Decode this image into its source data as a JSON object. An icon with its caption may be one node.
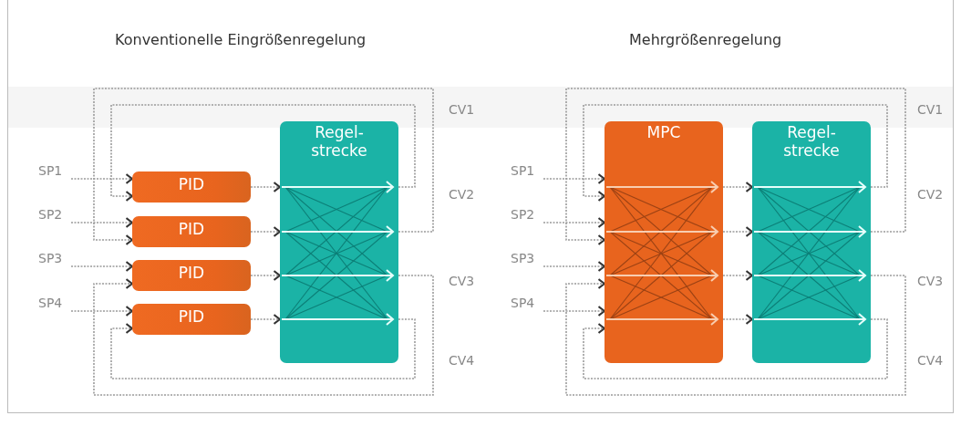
{
  "diagram": {
    "nodes": [
      {
        "text": [
          "SP1"
        ]
      },
      {
        "text": [
          "SP2"
        ]
      },
      {
        "text": [
          "SP3"
        ]
      },
      {
        "text": [
          "SP4"
        ]
      },
      {
        "text": [
          "PID"
        ]
      },
      {
        "text": [
          "PID"
        ]
      },
      {
        "text": [
          "PID"
        ]
      },
      {
        "text": [
          "PID"
        ]
      },
      {
        "text": [
          "Regel- strecke"
        ]
      },
      {
        "text": [
          "SP1"
        ]
      },
      {
        "text": [
          "SP2"
        ]
      },
      {
        "text": [
          "SP3"
        ]
      },
      {
        "text": [
          "SP4"
        ]
      },
      {
        "text": [
          "MPC"
        ]
      },
      {
        "text": [
          "Regel- strecke"
        ]
      }
    ],
    "edges": [
      {
        "from": 0,
        "to": 4,
        "arrow": "to"
      },
      {
        "from": 1,
        "to": 5,
        "arrow": "to"
      },
      {
        "from": 2,
        "to": 6,
        "arrow": "to"
      },
      {
        "from": 3,
        "to": 7,
        "arrow": "to"
      },
      {
        "from": 4,
        "to": 8,
        "arrow": "to"
      },
      {
        "from": 5,
        "to": 8,
        "arrow": "to"
      },
      {
        "from": 6,
        "to": 8,
        "arrow": "to"
      },
      {
        "from": 7,
        "to": 8,
        "arrow": "to"
      },
      {
        "from": 8,
        "to": 4,
        "arrow": "to"
      },
      {
        "from": 8,
        "to": 5,
        "arrow": "to"
      },
      {
        "from": 8,
        "to": 6,
        "arrow": "to"
      },
      {
        "from": 8,
        "to": 7,
        "arrow": "to"
      },
      {
        "from": 9,
        "to": 13,
        "arrow": "to"
      },
      {
        "from": 10,
        "to": 13,
        "arrow": "to"
      },
      {
        "from": 11,
        "to": 13,
        "arrow": "to"
      },
      {
        "from": 12,
        "to": 13,
        "arrow": "to"
      },
      {
        "from": 13,
        "to": 14,
        "arrow": "to"
      },
      {
        "from": 13,
        "to": 14,
        "arrow": "to"
      },
      {
        "from": 13,
        "to": 14,
        "arrow": "to"
      },
      {
        "from": 13,
        "to": 14,
        "arrow": "to"
      },
      {
        "from": 14,
        "to": 13,
        "arrow": "to"
      },
      {
        "from": 14,
        "to": 13,
        "arrow": "to"
      },
      {
        "from": 14,
        "to": 13,
        "arrow": "to"
      },
      {
        "from": 14,
        "to": 13,
        "arrow": "to"
      }
    ],
    "labels": [
      "Konventionelle Eingrößenregelung",
      "CV1",
      "CV2",
      "CV3",
      "CV4",
      "Mehrgrößenregelung",
      "CV1",
      "CV2",
      "CV3",
      "CV4"
    ]
  }
}
